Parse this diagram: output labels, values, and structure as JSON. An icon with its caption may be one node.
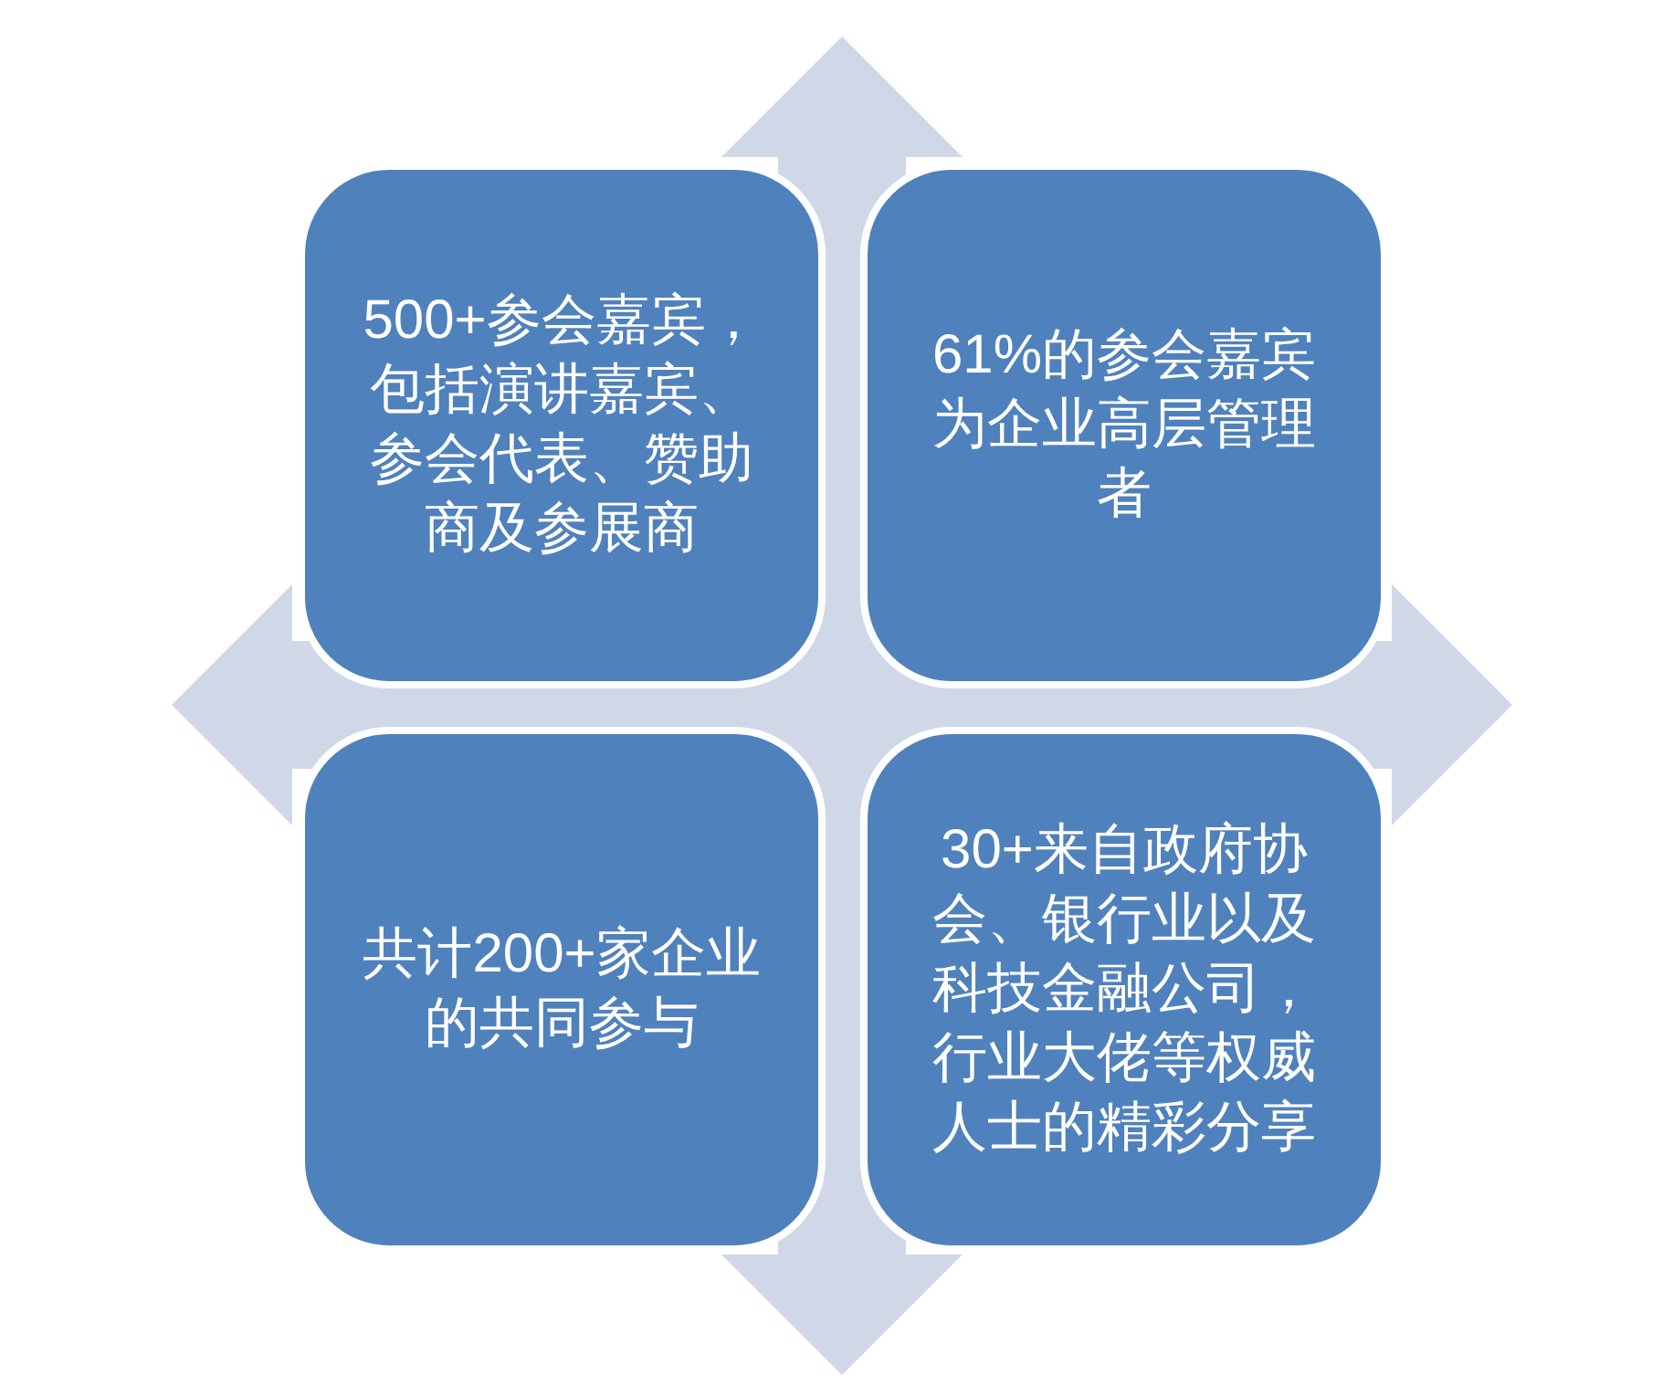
{
  "diagram": {
    "nodes": [
      {
        "text": [
          "500+参会嘉宾，包括演讲嘉宾、参会代表、赞助商及参展商"
        ]
      },
      {
        "text": [
          "61%的参会嘉宾为企业高层管理者"
        ]
      },
      {
        "text": [
          "共计200+家企业的共同参与"
        ]
      },
      {
        "text": [
          "30+来自政府协会、银行业以及科技金融公司，行业大佬等权威人士的精彩分享"
        ]
      }
    ]
  }
}
